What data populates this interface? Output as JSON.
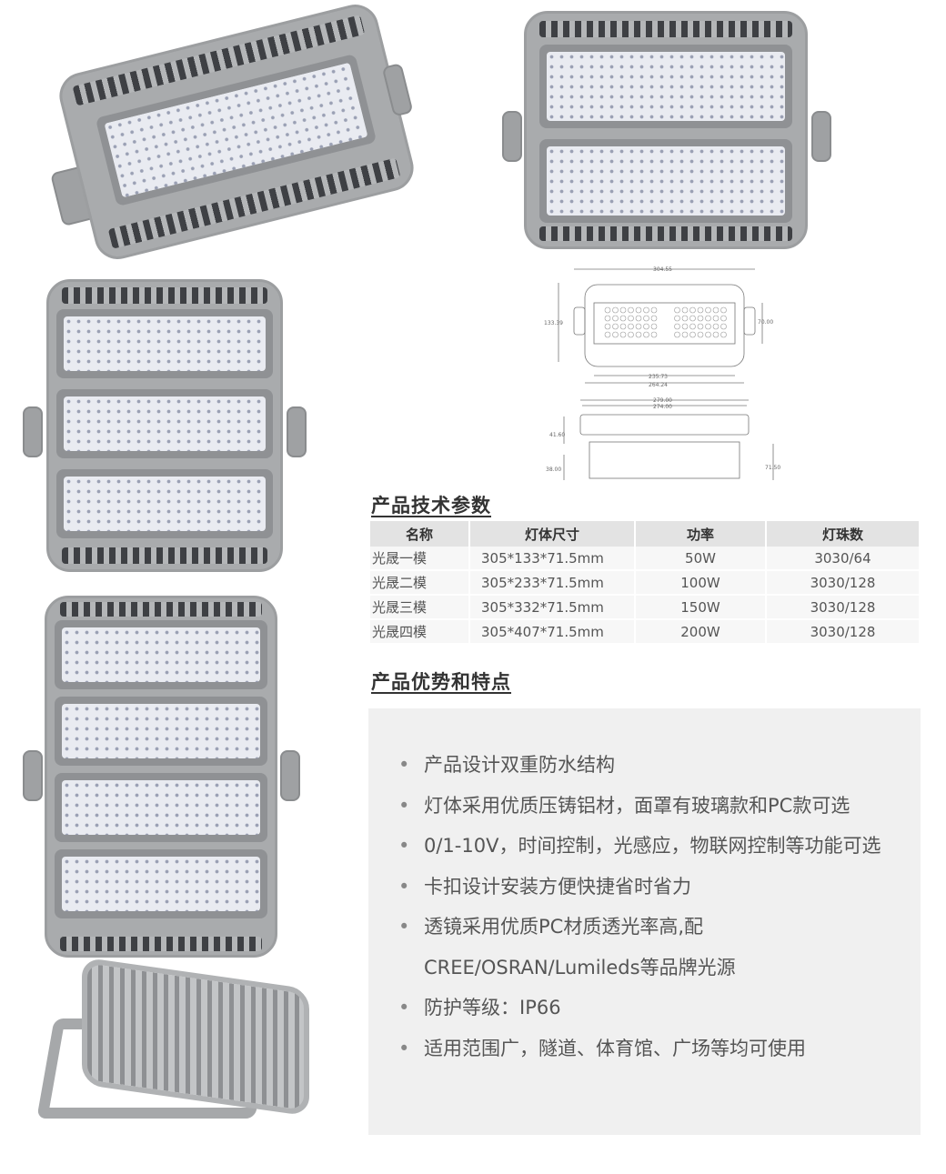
{
  "specs": {
    "title": "产品技术参数",
    "headers": [
      "名称",
      "灯体尺寸",
      "功率",
      "灯珠数"
    ],
    "rows": [
      [
        "光晟一模",
        "305*133*71.5mm",
        "50W",
        "3030/64"
      ],
      [
        "光晟二模",
        "305*233*71.5mm",
        "100W",
        "3030/128"
      ],
      [
        "光晟三模",
        "305*332*71.5mm",
        "150W",
        "3030/128"
      ],
      [
        "光晟四模",
        "305*407*71.5mm",
        "200W",
        "3030/128"
      ]
    ]
  },
  "drawing": {
    "dims": [
      "304.55",
      "133.39",
      "70.00",
      "235.73",
      "264.24",
      "279.00",
      "274.00",
      "41.60",
      "38.00",
      "71.50"
    ]
  },
  "features": {
    "title": "产品优势和特点",
    "items": [
      "产品设计双重防水结构",
      "灯体采用优质压铸铝材，面罩有玻璃款和PC款可选",
      "0/1-10V，时间控制，光感应，物联网控制等功能可选",
      "卡扣设计安装方便快捷省时省力",
      "透镜采用优质PC材质透光率高,配CREE/OSRAN/Lumileds等品牌光源",
      "防护等级：IP66",
      "适用范围广，隧道、体育馆、广场等均可使用"
    ]
  }
}
